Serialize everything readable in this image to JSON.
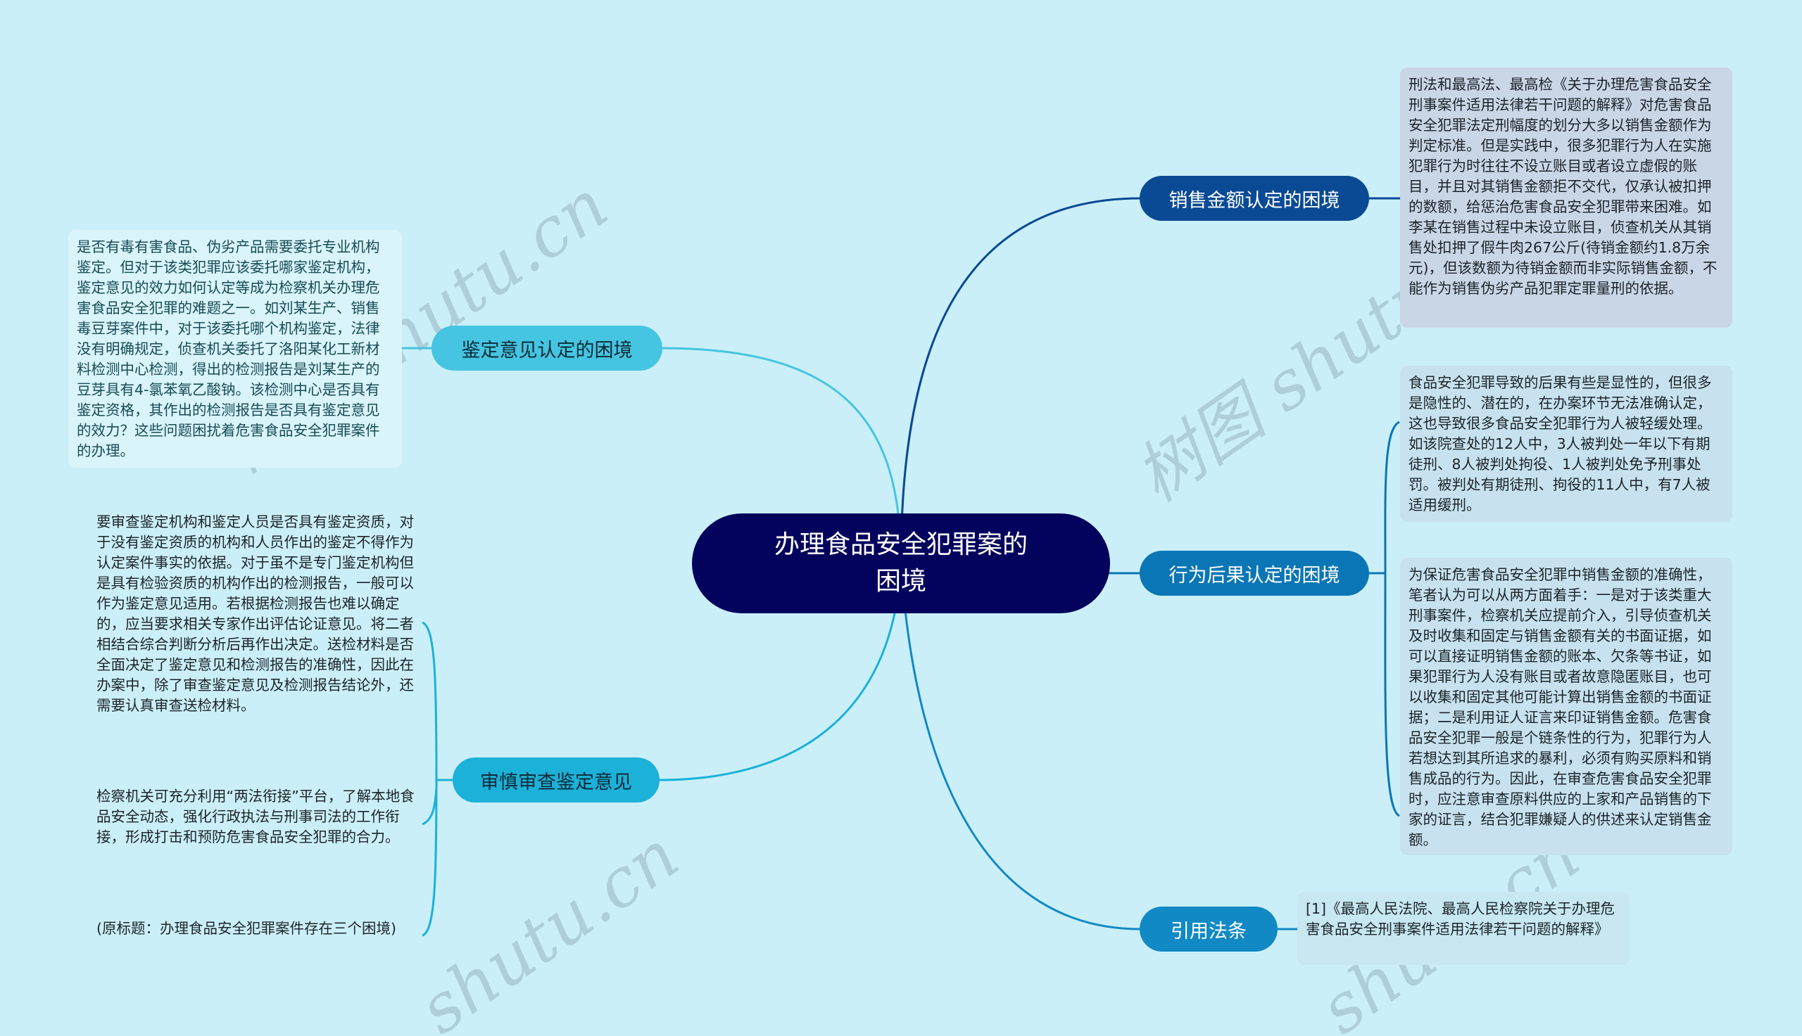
{
  "root": {
    "title": "办理食品安全犯罪案的困境"
  },
  "branches": {
    "sales": {
      "label": "销售金额认定的困境",
      "color": "#0a4a94",
      "details": [
        "刑法和最高法、最高检《关于办理危害食品安全刑事案件适用法律若干问题的解释》对危害食品安全犯罪法定刑幅度的划分大多以销售金额作为判定标准。但是实践中，很多犯罪行为人在实施犯罪行为时往往不设立账目或者设立虚假的账目，并且对其销售金额拒不交代，仅承认被扣押的数额，给惩治危害食品安全犯罪带来困难。如李某在销售过程中未设立账目，侦查机关从其销售处扣押了假牛肉267公斤(待销金额约1.8万余元)，但该数额为待销金额而非实际销售金额，不能作为销售伪劣产品犯罪定罪量刑的依据。"
      ]
    },
    "result": {
      "label": "行为后果认定的困境",
      "color": "#0b76b5",
      "details": [
        "食品安全犯罪导致的后果有些是显性的，但很多是隐性的、潜在的，在办案环节无法准确认定，这也导致很多食品安全犯罪行为人被轻缓处理。如该院查处的12人中，3人被判处一年以下有期徒刑、8人被判处拘役、1人被判处免予刑事处罚。被判处有期徒刑、拘役的11人中，有7人被适用缓刑。",
        "为保证危害食品安全犯罪中销售金额的准确性，笔者认为可以从两方面着手：一是对于该类重大刑事案件，检察机关应提前介入，引导侦查机关及时收集和固定与销售金额有关的书面证据，如可以直接证明销售金额的账本、欠条等书证，如果犯罪行为人没有账目或者故意隐匿账目，也可以收集和固定其他可能计算出销售金额的书面证据；二是利用证人证言来印证销售金额。危害食品安全犯罪一般是个链条性的行为，犯罪行为人若想达到其所追求的暴利，必须有购买原料和销售成品的行为。因此，在审查危害食品安全犯罪时，应注意审查原料供应的上家和产品销售的下家的证言，结合犯罪嫌疑人的供述来认定销售金额。"
      ]
    },
    "cite": {
      "label": "引用法条",
      "color": "#1189c4",
      "details": [
        "[1]《最高人民法院、最高人民检察院关于办理危害食品安全刑事案件适用法律若干问题的解释》"
      ]
    },
    "opinion": {
      "label": "鉴定意见认定的困境",
      "color": "#45c5e1",
      "details": [
        "是否有毒有害食品、伪劣产品需要委托专业机构鉴定。但对于该类犯罪应该委托哪家鉴定机构，鉴定意见的效力如何认定等成为检察机关办理危害食品安全犯罪的难题之一。如刘某生产、销售毒豆芽案件中，对于该委托哪个机构鉴定，法律没有明确规定，侦查机关委托了洛阳某化工新材料检测中心检测，得出的检测报告是刘某生产的豆芽具有4-氯苯氧乙酸钠。该检测中心是否具有鉴定资格，其作出的检测报告是否具有鉴定意见的效力？这些问题困扰着危害食品安全犯罪案件的办理。"
      ]
    },
    "review": {
      "label": "审慎审查鉴定意见",
      "color": "#1cb1d8",
      "details": [
        "要审查鉴定机构和鉴定人员是否具有鉴定资质，对于没有鉴定资质的机构和人员作出的鉴定不得作为认定案件事实的依据。对于虽不是专门鉴定机构但是具有检验资质的机构作出的检测报告，一般可以作为鉴定意见适用。若根据检测报告也难以确定的，应当要求相关专家作出评估论证意见。将二者相结合综合判断分析后再作出决定。送检材料是否全面决定了鉴定意见和检测报告的准确性，因此在办案中，除了审查鉴定意见及检测报告结论外，还需要认真审查送检材料。",
        "检察机关可充分利用“两法衔接”平台，了解本地食品安全动态，强化行政执法与刑事司法的工作衔接，形成打击和预防危害食品安全犯罪的合力。",
        "(原标题：办理食品安全犯罪案件存在三个困境)"
      ]
    }
  },
  "watermarks": [
    "树图 shutu.cn",
    "树图 shutu.cn",
    "shutu.cn",
    "shutu.cn"
  ],
  "colors": {
    "background": "#cbeff8",
    "root": "#03035e",
    "link_dark": "#0a4a94",
    "link_mid": "#0b76b5",
    "link_light": "#1cb1d8"
  }
}
